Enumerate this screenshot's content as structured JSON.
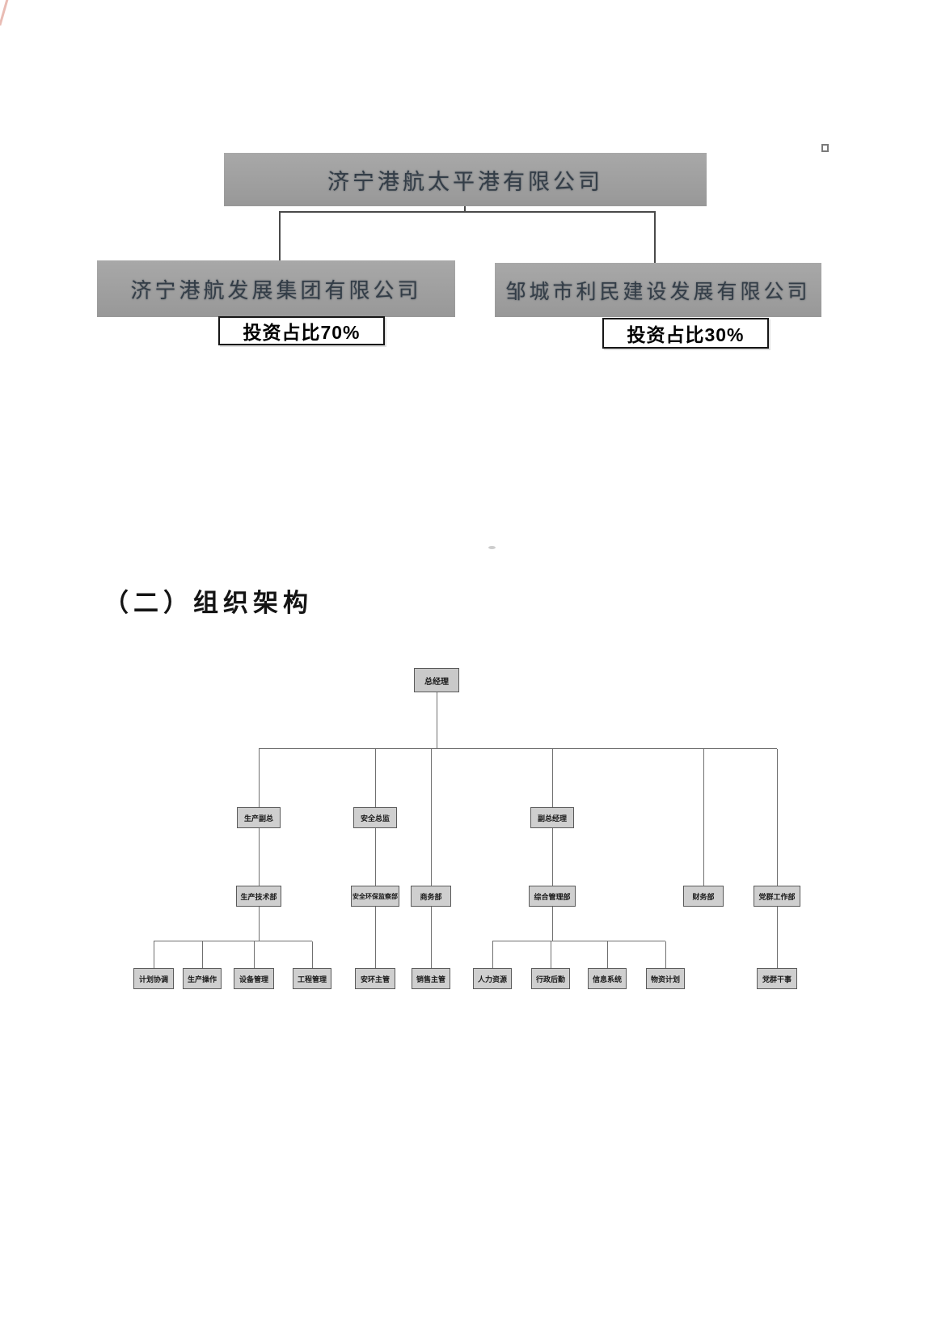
{
  "page": {
    "section_heading": "（二）组织架构"
  },
  "ownership_chart": {
    "parent_company": "济宁港航太平港有限公司",
    "shareholders": [
      {
        "name": "济宁港航发展集团有限公司",
        "ratio": "投资占比70%"
      },
      {
        "name": "邹城市利民建设发展有限公司",
        "ratio": "投资占比30%"
      }
    ]
  },
  "org_chart": {
    "root": "总经理",
    "level2": [
      "生产副总",
      "安全总监",
      "副总经理"
    ],
    "level3": [
      "生产技术部",
      "安全环保监察部",
      "商务部",
      "综合管理部",
      "财务部",
      "党群工作部"
    ],
    "level4": [
      "计划协调",
      "生产操作",
      "设备管理",
      "工程管理",
      "安环主管",
      "销售主管",
      "人力资源",
      "行政后勤",
      "信息系统",
      "物资计划",
      "党群干事"
    ]
  }
}
